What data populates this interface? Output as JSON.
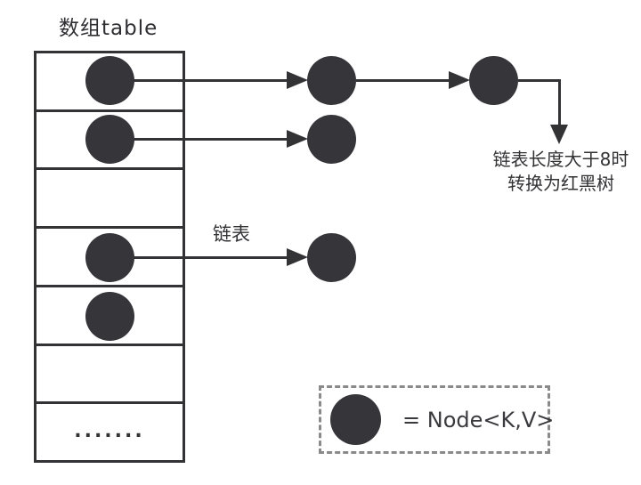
{
  "labels": {
    "title": "数组table",
    "linked_list": "链表",
    "treeify_line1": "链表长度大于8时",
    "treeify_line2": "转换为红黑树",
    "ellipsis": "......."
  },
  "legend": {
    "text": "= Node<K,V>"
  },
  "colors": {
    "background": "#ffffff",
    "line": "#333336",
    "node_fill": "#35353a",
    "text": "#333336",
    "legend_border": "#8a8a8a"
  },
  "diagram": {
    "type": "hashmap-structure",
    "array": {
      "label": "数组table",
      "rows": 7,
      "row_contents": [
        "node",
        "node",
        "empty",
        "node",
        "node",
        "empty",
        "ellipsis"
      ]
    },
    "chains": [
      {
        "array_row": 1,
        "linked_nodes_after_table": 2,
        "annotation": "链表长度大于8时 转换为红黑树"
      },
      {
        "array_row": 2,
        "linked_nodes_after_table": 1
      },
      {
        "array_row": 4,
        "linked_nodes_after_table": 1,
        "label": "链表"
      },
      {
        "array_row": 5,
        "linked_nodes_after_table": 0
      }
    ],
    "legend_meaning": "dark circle = Node<K,V>"
  }
}
